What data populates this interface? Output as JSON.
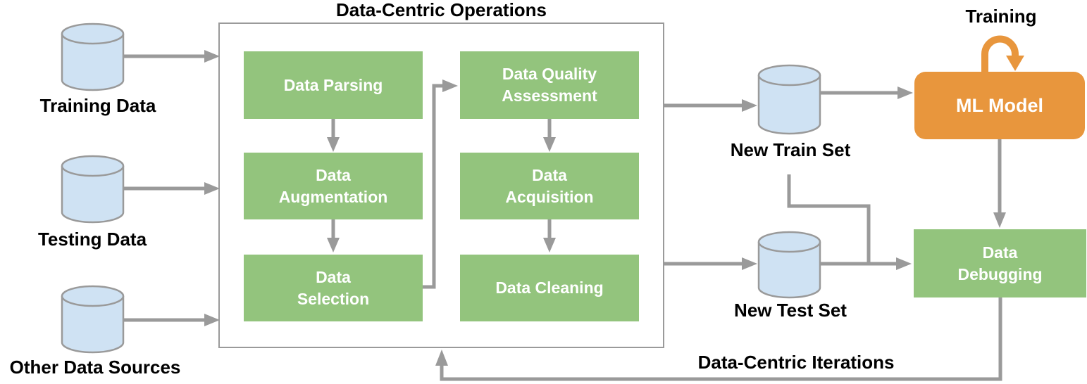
{
  "diagram": {
    "operations_title": "Data-Centric Operations",
    "iterations_label": "Data-Centric Iterations",
    "training_loop_label": "Training",
    "sources": [
      {
        "label": "Training Data"
      },
      {
        "label": "Testing Data"
      },
      {
        "label": "Other Data Sources"
      }
    ],
    "operations": [
      {
        "label": "Data Parsing"
      },
      {
        "label": "Data\nAugmentation"
      },
      {
        "label": "Data\nSelection"
      },
      {
        "label": "Data Quality\nAssessment"
      },
      {
        "label": "Data\nAcquisition"
      },
      {
        "label": "Data Cleaning"
      }
    ],
    "outputs": [
      {
        "label": "New Train Set"
      },
      {
        "label": "New Test Set"
      }
    ],
    "ml_model_label": "ML Model",
    "debugging_label": "Data\nDebugging",
    "colors": {
      "operation_green": "#93c47d",
      "model_orange": "#e8963d",
      "database_blue": "#cfe2f3",
      "connector_gray": "#9a9a9a",
      "label_black": "#000000",
      "box_text_white": "#ffffff"
    }
  }
}
